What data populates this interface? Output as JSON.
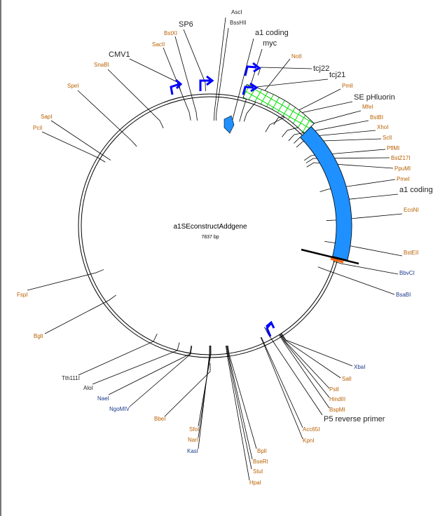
{
  "plasmid": {
    "name": "a1SEconstructAddgene",
    "length": "7837 bp"
  },
  "colors": {
    "feature_blue": "#1e90ff",
    "hatch_green": "#00e000",
    "promoter_blue": "#0000ff",
    "site_orange": "#b86000",
    "site_blue": "#1a3a8a",
    "marker_orange": "#ff6000"
  },
  "labels": [
    {
      "text": "AscI",
      "type": "site"
    },
    {
      "text": "BssHII",
      "type": "site"
    },
    {
      "text": "SP6",
      "type": "feature"
    },
    {
      "text": "BstXI",
      "type": "site"
    },
    {
      "text": "SacII",
      "type": "site"
    },
    {
      "text": "CMV1",
      "type": "feature"
    },
    {
      "text": "SnaBI",
      "type": "site"
    },
    {
      "text": "SpeI",
      "type": "site"
    },
    {
      "text": "SapI",
      "type": "site"
    },
    {
      "text": "PciI",
      "type": "site"
    },
    {
      "text": "a1 coding",
      "type": "feature"
    },
    {
      "text": "myc",
      "type": "feature"
    },
    {
      "text": "NotI",
      "type": "site"
    },
    {
      "text": "tcj22",
      "type": "feature"
    },
    {
      "text": "tcj21",
      "type": "feature"
    },
    {
      "text": "PmlI",
      "type": "site"
    },
    {
      "text": "SE pHluorin",
      "type": "feature"
    },
    {
      "text": "MfeI",
      "type": "site"
    },
    {
      "text": "BstBI",
      "type": "site"
    },
    {
      "text": "XhoI",
      "type": "site"
    },
    {
      "text": "SclI",
      "type": "site"
    },
    {
      "text": "PflMI",
      "type": "site"
    },
    {
      "text": "BstZ17I",
      "type": "site"
    },
    {
      "text": "PpuMI",
      "type": "site"
    },
    {
      "text": "PmeI",
      "type": "site"
    },
    {
      "text": "a1 coding",
      "type": "feature"
    },
    {
      "text": "EcoNI",
      "type": "site"
    },
    {
      "text": "BstEII",
      "type": "site"
    },
    {
      "text": "BbvCI",
      "type": "site"
    },
    {
      "text": "BsaBI",
      "type": "site"
    },
    {
      "text": "XbaI",
      "type": "site"
    },
    {
      "text": "SalI",
      "type": "site"
    },
    {
      "text": "PstI",
      "type": "site"
    },
    {
      "text": "HindIII",
      "type": "site"
    },
    {
      "text": "BspMI",
      "type": "site"
    },
    {
      "text": "P5 reverse primer",
      "type": "feature"
    },
    {
      "text": "Acc65I",
      "type": "site"
    },
    {
      "text": "KpnI",
      "type": "site"
    },
    {
      "text": "BplI",
      "type": "site"
    },
    {
      "text": "BseRI",
      "type": "site"
    },
    {
      "text": "StuI",
      "type": "site"
    },
    {
      "text": "HpaI",
      "type": "site"
    },
    {
      "text": "SfoI",
      "type": "site"
    },
    {
      "text": "NarI",
      "type": "site"
    },
    {
      "text": "KasI",
      "type": "site"
    },
    {
      "text": "BbeI",
      "type": "site"
    },
    {
      "text": "NgoMIV",
      "type": "site"
    },
    {
      "text": "NaeI",
      "type": "site"
    },
    {
      "text": "AloI",
      "type": "site"
    },
    {
      "text": "Tth111I",
      "type": "site"
    },
    {
      "text": "BglI",
      "type": "site"
    },
    {
      "text": "FspI",
      "type": "site"
    }
  ]
}
